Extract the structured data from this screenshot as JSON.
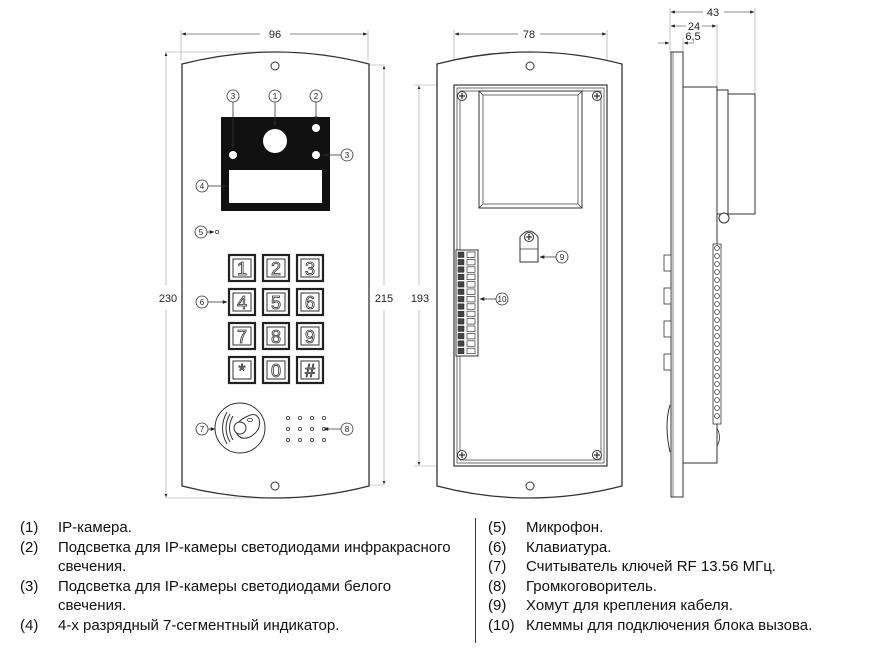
{
  "dimensions": {
    "front_width": "96",
    "front_height_outer": "230",
    "front_height_inner": "215",
    "back_width": "78",
    "back_height": "193",
    "side_depth_total": "43",
    "side_depth_body": "24",
    "side_depth_panel": "6,5"
  },
  "callouts": {
    "c1": "1",
    "c2": "2",
    "c3": "3",
    "c4": "4",
    "c5": "5",
    "c6": "6",
    "c7": "7",
    "c8": "8",
    "c9": "9",
    "c10": "10"
  },
  "keypad": {
    "keys": [
      "1",
      "2",
      "3",
      "4",
      "5",
      "6",
      "7",
      "8",
      "9",
      "*",
      "0",
      "#"
    ]
  },
  "legend": {
    "left": [
      {
        "num": "(1)",
        "text": "IP-камера."
      },
      {
        "num": "(2)",
        "text": "Подсветка для IP-камеры светодиодами инфракрасного свечения."
      },
      {
        "num": "(3)",
        "text": "Подсветка для IP-камеры светодиодами белого свечения."
      },
      {
        "num": "(4)",
        "text": "4-х разрядный 7-сегментный индикатор."
      }
    ],
    "right": [
      {
        "num": "(5)",
        "text": "Микрофон."
      },
      {
        "num": "(6)",
        "text": "Клавиатура."
      },
      {
        "num": "(7)",
        "text": "Считыватель ключей RF 13.56 МГц."
      },
      {
        "num": "(8)",
        "text": "Громкоговоритель."
      },
      {
        "num": "(9)",
        "text": "Хомут для крепления кабеля."
      },
      {
        "num": "(10)",
        "text": "Клеммы для подключения блока вызова."
      }
    ]
  }
}
